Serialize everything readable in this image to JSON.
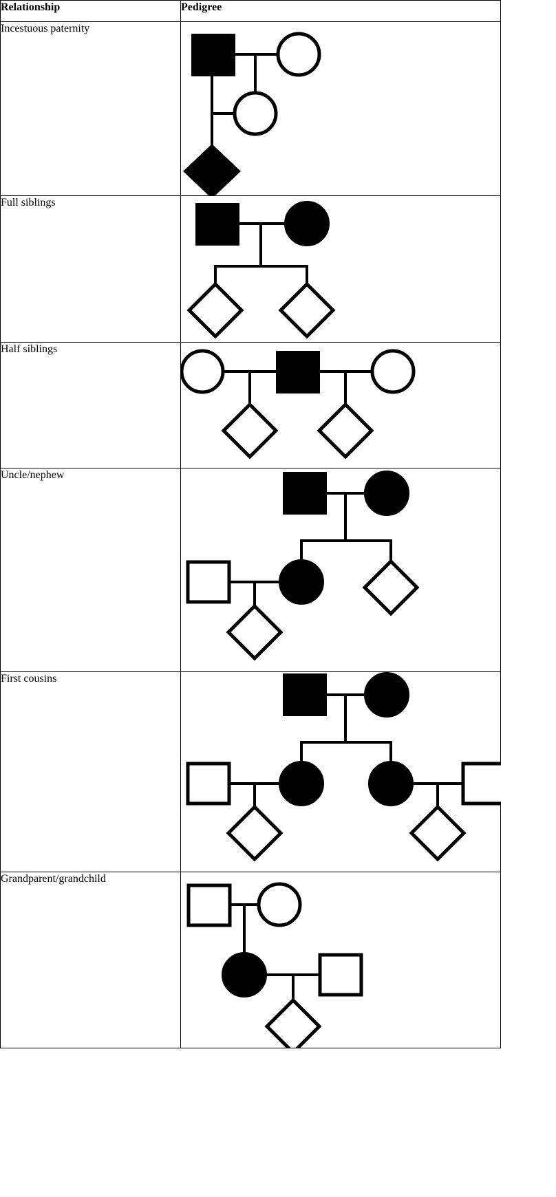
{
  "table": {
    "headers": {
      "relationship": "Relationship",
      "pedigree": "Pedigree"
    },
    "rows": [
      {
        "label": "Incestuous paternity",
        "diagram_name": "pedigree-incestuous-paternity",
        "symbols": [
          {
            "shape": "square",
            "fill": "filled",
            "role": "father"
          },
          {
            "shape": "circle",
            "fill": "open",
            "role": "mother"
          },
          {
            "shape": "circle",
            "fill": "open",
            "role": "daughter"
          },
          {
            "shape": "diamond",
            "fill": "filled",
            "role": "child-of-father-and-daughter"
          }
        ]
      },
      {
        "label": "Full siblings",
        "diagram_name": "pedigree-full-siblings",
        "symbols": [
          {
            "shape": "square",
            "fill": "filled",
            "role": "father"
          },
          {
            "shape": "circle",
            "fill": "filled",
            "role": "mother"
          },
          {
            "shape": "diamond",
            "fill": "open",
            "role": "sibling-1"
          },
          {
            "shape": "diamond",
            "fill": "open",
            "role": "sibling-2"
          }
        ]
      },
      {
        "label": "Half siblings",
        "diagram_name": "pedigree-half-siblings",
        "symbols": [
          {
            "shape": "circle",
            "fill": "open",
            "role": "mother-1"
          },
          {
            "shape": "square",
            "fill": "filled",
            "role": "shared-father"
          },
          {
            "shape": "circle",
            "fill": "open",
            "role": "mother-2"
          },
          {
            "shape": "diamond",
            "fill": "open",
            "role": "half-sibling-1"
          },
          {
            "shape": "diamond",
            "fill": "open",
            "role": "half-sibling-2"
          }
        ]
      },
      {
        "label": "Uncle/nephew",
        "diagram_name": "pedigree-uncle-nephew",
        "symbols": [
          {
            "shape": "square",
            "fill": "filled",
            "role": "grandfather"
          },
          {
            "shape": "circle",
            "fill": "filled",
            "role": "grandmother"
          },
          {
            "shape": "square",
            "fill": "open",
            "role": "father"
          },
          {
            "shape": "circle",
            "fill": "filled",
            "role": "mother"
          },
          {
            "shape": "diamond",
            "fill": "open",
            "role": "uncle"
          },
          {
            "shape": "diamond",
            "fill": "open",
            "role": "nephew"
          }
        ]
      },
      {
        "label": "First cousins",
        "diagram_name": "pedigree-first-cousins",
        "symbols": [
          {
            "shape": "square",
            "fill": "filled",
            "role": "grandfather"
          },
          {
            "shape": "circle",
            "fill": "filled",
            "role": "grandmother"
          },
          {
            "shape": "square",
            "fill": "open",
            "role": "father-1"
          },
          {
            "shape": "circle",
            "fill": "filled",
            "role": "mother-1"
          },
          {
            "shape": "circle",
            "fill": "filled",
            "role": "mother-2"
          },
          {
            "shape": "square",
            "fill": "open",
            "role": "father-2"
          },
          {
            "shape": "diamond",
            "fill": "open",
            "role": "cousin-1"
          },
          {
            "shape": "diamond",
            "fill": "open",
            "role": "cousin-2"
          }
        ]
      },
      {
        "label": "Grandparent/grandchild",
        "diagram_name": "pedigree-grandparent-grandchild",
        "symbols": [
          {
            "shape": "square",
            "fill": "open",
            "role": "grandfather"
          },
          {
            "shape": "circle",
            "fill": "open",
            "role": "grandmother"
          },
          {
            "shape": "circle",
            "fill": "filled",
            "role": "mother"
          },
          {
            "shape": "square",
            "fill": "open",
            "role": "father"
          },
          {
            "shape": "diamond",
            "fill": "open",
            "role": "grandchild"
          }
        ]
      }
    ]
  },
  "style": {
    "line_color": "#000000",
    "fill_color": "#000000",
    "background": "#ffffff",
    "border_color": "#000000"
  }
}
